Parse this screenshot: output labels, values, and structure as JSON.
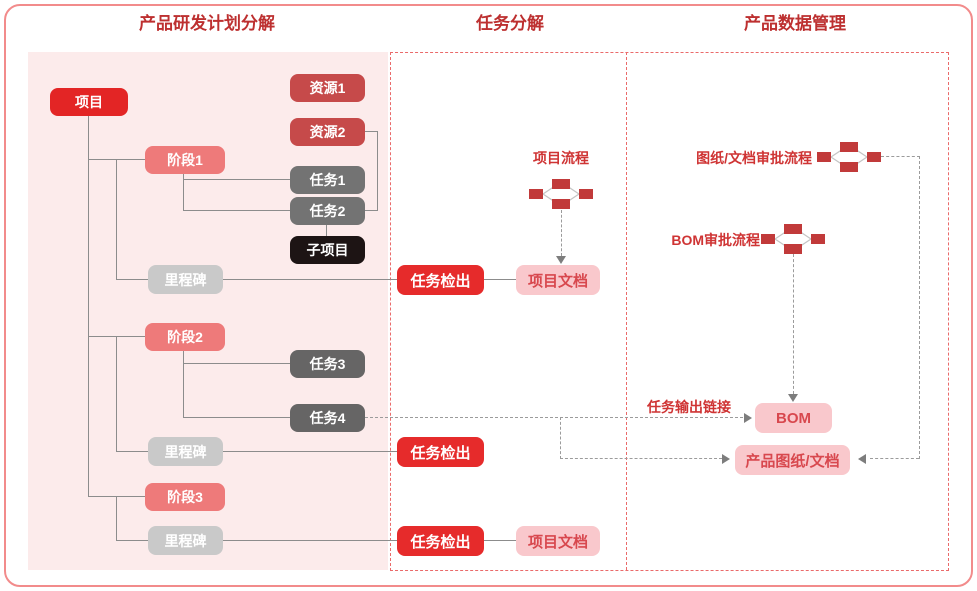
{
  "headers": {
    "plan": "产品研发计划分解",
    "task": "任务分解",
    "pdm": "产品数据管理"
  },
  "plan_tree": {
    "project": "项目",
    "resource1": "资源1",
    "resource2": "资源2",
    "phase1": "阶段1",
    "task1": "任务1",
    "task2": "任务2",
    "subproject": "子项目",
    "milestone": "里程碑",
    "phase2": "阶段2",
    "task3": "任务3",
    "task4": "任务4",
    "phase3": "阶段3"
  },
  "task_panel": {
    "project_flow_label": "项目流程",
    "task_checkout": "任务检出",
    "project_doc": "项目文档"
  },
  "pdm_panel": {
    "drawing_approval_label": "图纸/文档审批流程",
    "bom_approval_label": "BOM审批流程",
    "task_output_link_label": "任务输出链接",
    "bom": "BOM",
    "product_drawing_doc": "产品图纸/文档"
  },
  "icons": {
    "workflow": "workflow-diamond-icon"
  },
  "colors": {
    "primary_red": "#e32525",
    "checkout_red": "#e62b2b",
    "brick_red": "#c64a4a",
    "salmon": "#ee7a7a",
    "task_gray": "#737373",
    "milestone_gray": "#c9c9c9",
    "subproject_black": "#1d1414",
    "pink_box_bg": "#f9c8cc",
    "pink_box_text": "#d8484e",
    "panel_pink_bg": "#fcebeb",
    "title_red": "#bd3030",
    "label_red": "#cf3434",
    "dashed_border_red": "#ea6a6a",
    "connector_gray": "#8c8c8c",
    "icon_red": "#c13a3a"
  }
}
